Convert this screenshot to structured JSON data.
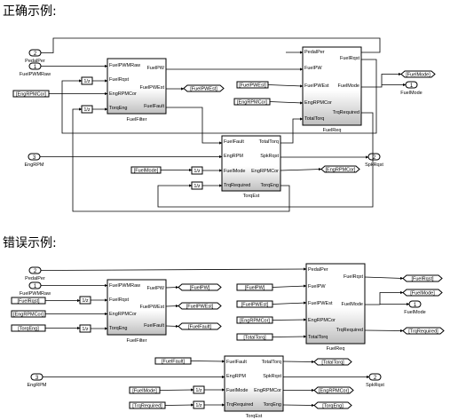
{
  "headings": {
    "correct": "正确示例:",
    "wrong": "错误示例:"
  },
  "labels": {
    "pedal_per": "PedalPer",
    "fuel_pwm_raw": "FuelPWMRaw",
    "eng_rpm": "EngRPM",
    "fuel_mode": "FuelMode",
    "spk_rqst": "SpkRqst",
    "fuel_filter": "FuelFilter",
    "fuel_req": "FuelReq",
    "torq_est": "TorqEst",
    "unit_delay": "1/z"
  },
  "ports": {
    "ff_in": [
      "FuelPWMRaw",
      "FuelRqst",
      "EngRPMCor",
      "TorqEng"
    ],
    "ff_out": [
      "FuelPW",
      "FuelPWEst",
      "FuelFault"
    ],
    "fr_in": [
      "PedalPer",
      "FuelPW",
      "FuelPWEst",
      "EngRPMCor",
      "TotalTorq"
    ],
    "fr_out": [
      "FuelRqst",
      "FuelMode",
      "TrqRequired"
    ],
    "te_in": [
      "FuelFault",
      "EngRPM",
      "FuelMode",
      "TrqRequired"
    ],
    "te_out": [
      "TotalTorq",
      "SpkRqst",
      "EngRPMCor",
      "TorqEng"
    ]
  },
  "ports_wrong": {
    "fr_in": [
      "PedalPer",
      "FuelPW",
      "FuelPWEst",
      "EngRPMCor",
      "TotalTorq"
    ]
  },
  "port_numbers": {
    "in1": "1",
    "in2": "2",
    "in3": "3",
    "out1": "1",
    "out2": "2"
  },
  "tags": {
    "fuel_pw_est": "[FuelPWEst]",
    "eng_rpm_cor": "[EngRPMCor]",
    "fuel_mode": "[FuelMode]",
    "fuel_pw": "[FuelPW]",
    "fuel_fault": "[FuelFault]",
    "fuel_rqst": "[FuelRqst]",
    "trq_required": "[TrqRequired]",
    "torq_eng": "[TorqEng]",
    "total_torq": "[TotalTorq]"
  }
}
